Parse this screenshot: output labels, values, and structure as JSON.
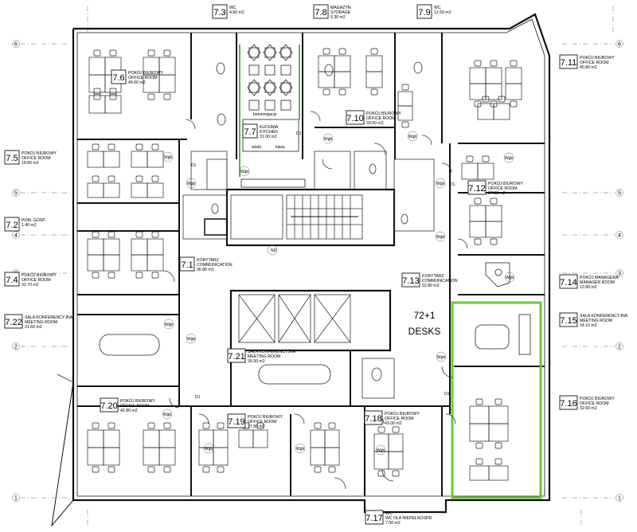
{
  "colors": {
    "wall": "#111111",
    "highlight": "#66cc33",
    "kitchen": "#44aa44",
    "background": "#ffffff"
  },
  "grid_markers": [
    "1",
    "2",
    "3",
    "4",
    "5",
    "6"
  ],
  "rooms": {
    "r7_3": {
      "num": "7.3",
      "name1": "WC",
      "name2": "",
      "area": "4.60 m2"
    },
    "r7_8": {
      "num": "7.8",
      "name1": "MAGAZYN",
      "name2": "STORAGE",
      "area": "5.30 m2"
    },
    "r7_9": {
      "num": "7.9",
      "name1": "WC",
      "name2": "",
      "area": "12.50 m2"
    },
    "r7_6": {
      "num": "7.6",
      "name1": "POKÓJ BIUROWY",
      "name2": "OFFICE ROOM",
      "area": "46.60 m2"
    },
    "r7_11": {
      "num": "7.11",
      "name1": "POKÓJ BIUROWY",
      "name2": "OFFICE ROOM",
      "area": "40.80 m2"
    },
    "r7_7": {
      "num": "7.7",
      "name1": "KUCHNIA",
      "name2": "KITCHEN",
      "area": "31.00 m2"
    },
    "r7_10": {
      "num": "7.10",
      "name1": "POKÓJ BIUROWY",
      "name2": "OFFICE ROOM",
      "area": "33.50 m2"
    },
    "r7_5": {
      "num": "7.5",
      "name1": "POKÓJ BIUROWY",
      "name2": "OFFICE ROOM",
      "area": "18.80 m2"
    },
    "r7_12": {
      "num": "7.12",
      "name1": "POKÓJ BIUROWY",
      "name2": "OFFICE ROOM",
      "area": "27.90 m2"
    },
    "r7_2": {
      "num": "7.2",
      "name1": "POM. GOSP.",
      "name2": "",
      "area": "1.40 m2"
    },
    "r7_1": {
      "num": "7.1",
      "name1": "KORYTARZ",
      "name2": "COMMUNICATION",
      "area": "36.80 m2"
    },
    "r7_4": {
      "num": "7.4",
      "name1": "POKÓJ BIUROWY",
      "name2": "OFFICE ROOM",
      "area": "32.70 m2"
    },
    "r7_13": {
      "num": "7.13",
      "name1": "KORYTARZ",
      "name2": "COMMUNICATION",
      "area": "52.80 m2"
    },
    "r7_14": {
      "num": "7.14",
      "name1": "POKÓJ MANAGERA",
      "name2": "MANAGER ROOM",
      "area": "12.80 m2"
    },
    "r7_22": {
      "num": "7.22",
      "name1": "SALA KONFERENCYJNA",
      "name2": "MEETING ROOM",
      "area": "21.60 m2"
    },
    "r7_15": {
      "num": "7.15",
      "name1": "SALA KONFERENCYJNA",
      "name2": "MEETING ROOM",
      "area": "14.10 m2"
    },
    "r7_21": {
      "num": "7.21",
      "name1": "SALA KONFERENCYJNA",
      "name2": "MEETING ROOM",
      "area": "26.50 m2"
    },
    "r7_20": {
      "num": "7.20",
      "name1": "POKÓJ BIUROWY",
      "name2": "OFFICE ROOM",
      "area": "42.80 m2"
    },
    "r7_19": {
      "num": "7.19",
      "name1": "POKÓJ BIUROWY",
      "name2": "OFFICE ROOM",
      "area": "27.90 m2"
    },
    "r7_18": {
      "num": "7.18",
      "name1": "POKÓJ BIUROWY",
      "name2": "OFFICE ROOM",
      "area": "43.00 m2"
    },
    "r7_16": {
      "num": "7.16",
      "name1": "POKÓJ BIUROWY",
      "name2": "OFFICE ROOM",
      "area": "32.60 m2"
    },
    "r7_17": {
      "num": "7.17",
      "name1": "WC",
      "name2": "WC DLA NIEPEŁNOSPR.",
      "area": "7.00 m2"
    }
  },
  "desks_line1": "72+1",
  "desks_line2": "DESKS",
  "kitchen_labels": {
    "coffee_machine": "betonmyjacje",
    "water": "woda",
    "coffee": "kawa"
  },
  "small_labels": {
    "door": "D1",
    "wgb": "Wgb",
    "lift": "ND"
  }
}
